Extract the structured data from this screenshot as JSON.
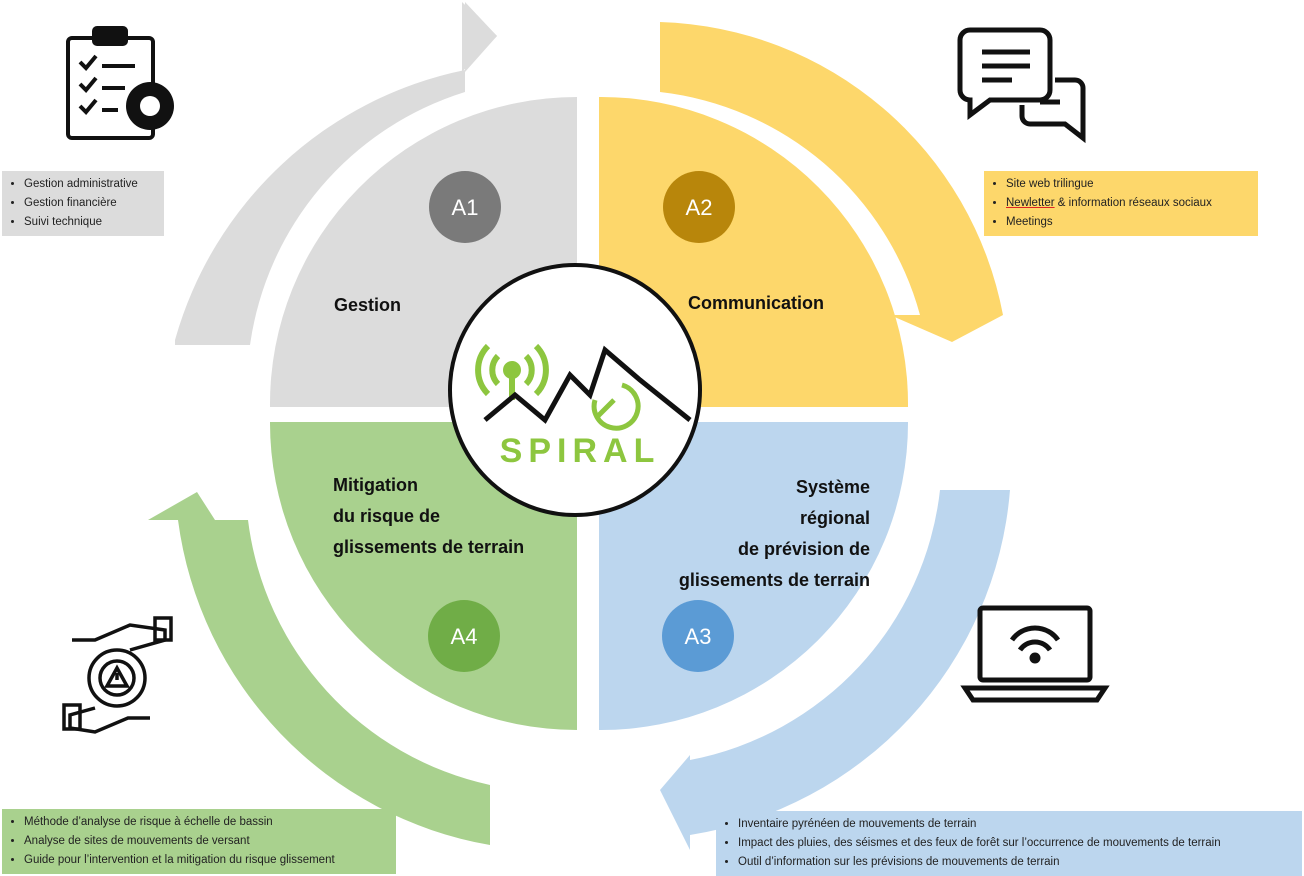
{
  "center": {
    "logo_text": "SPIRAL"
  },
  "quadrants": {
    "a1": {
      "badge": "A1",
      "title": "Gestion",
      "color": "#dcdcdc",
      "badge_color": "#7a7a7a"
    },
    "a2": {
      "badge": "A2",
      "title": "Communication",
      "color": "#fdd76b",
      "badge_color": "#b8860b"
    },
    "a3": {
      "badge": "A3",
      "title_lines": [
        "Système",
        "régional",
        "de prévision de",
        "glissements de terrain"
      ],
      "color": "#bcd6ee",
      "badge_color": "#5b9bd5"
    },
    "a4": {
      "badge": "A4",
      "title_lines": [
        "Mitigation",
        "du risque de",
        "glissements de terrain"
      ],
      "color": "#a9d18e",
      "badge_color": "#70ad47"
    }
  },
  "boxes": {
    "gestion": [
      "Gestion administrative",
      "Gestion financière",
      "Suivi technique"
    ],
    "communication": {
      "item1": "Site web trilingue",
      "item2_underlined": "Newletter",
      "item2_rest": " & information réseaux sociaux",
      "item3": "Meetings"
    },
    "prevision": [
      "Inventaire pyrénéen de mouvements de terrain",
      "Impact des pluies, des séismes et des feux de forêt sur l’occurrence de mouvements de terrain",
      "Outil d’information sur les prévisions de mouvements de terrain"
    ],
    "mitigation": [
      "Méthode d’analyse de risque à échelle de bassin",
      "Analyse de sites de mouvements de versant",
      "Guide pour l’intervention et la mitigation du risque glissement"
    ]
  },
  "icons": {
    "a1": "clipboard-gear-icon",
    "a2": "chat-bubbles-icon",
    "a3": "laptop-wifi-icon",
    "a4": "hands-gear-warning-icon"
  },
  "colors": {
    "logo_green": "#8dc63f",
    "arrow_grey": "#dcdcdc",
    "arrow_yellow": "#fdd76b",
    "arrow_blue": "#bcd6ee",
    "arrow_green": "#a9d18e"
  }
}
